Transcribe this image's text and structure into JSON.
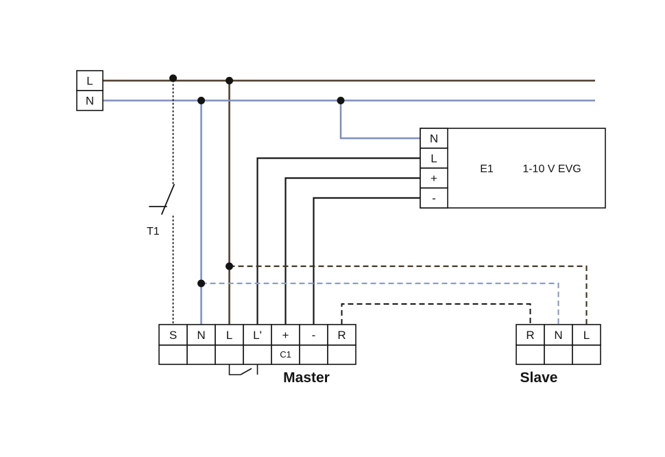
{
  "colors": {
    "wire_l": "#4a3a26",
    "wire_n": "#7b8ec0",
    "wire_signal": "#141414",
    "dashed_l": "#443520",
    "dashed_n": "#8b9cca",
    "dashed_signal": "#141414"
  },
  "supply": {
    "terminals": [
      "L",
      "N"
    ]
  },
  "pushbutton": {
    "label": "T1"
  },
  "ballast": {
    "designator": "E1",
    "label": "1-10 V EVG",
    "terminals": [
      "N",
      "L",
      "+",
      "-"
    ]
  },
  "master": {
    "title": "Master",
    "terminals": [
      "S",
      "N",
      "L",
      "L'",
      "+",
      "-",
      "R"
    ],
    "aux_label": "C1"
  },
  "slave": {
    "title": "Slave",
    "terminals": [
      "R",
      "N",
      "L"
    ]
  }
}
